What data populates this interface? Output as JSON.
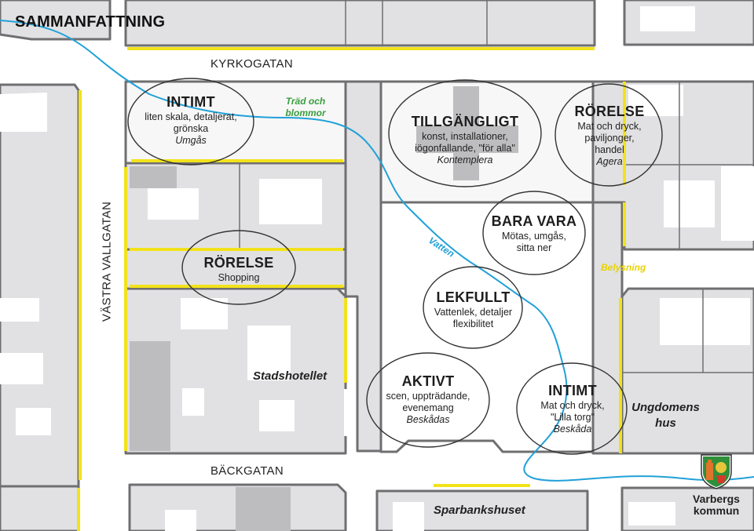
{
  "title": "SAMMANFATTNING",
  "streets": {
    "north": "KYRKOGATAN",
    "south": "BÄCKGATAN",
    "west": "VÄSTRA VALLGATAN"
  },
  "places": {
    "hotel": "Stadshotellet",
    "youth_house_line1": "Ungdomens",
    "youth_house_line2": "hus",
    "bank": "Sparbankshuset"
  },
  "notes": {
    "trees_line1": "Träd och",
    "trees_line2": "blommor",
    "water": "Vatten",
    "lighting": "Belysning"
  },
  "zones": [
    {
      "title": "INTIMT",
      "line1": "liten skala, detaljerat,",
      "line2": "grönska",
      "line3": "Umgås"
    },
    {
      "title": "TILLGÄNGLIGT",
      "line1": "konst, installationer,",
      "line2": "iögonfallande, \"för alla\"",
      "line3": "Kontemplera"
    },
    {
      "title": "RÖRELSE",
      "line1": "Mat och dryck,",
      "line2": "paviljonger,",
      "line3": "handel",
      "line4": "Agera"
    },
    {
      "title": "BARA VARA",
      "line1": "Mötas, umgås,",
      "line2": "sitta ner"
    },
    {
      "title": "RÖRELSE",
      "line1": "Shopping"
    },
    {
      "title": "LEKFULLT",
      "line1": "Vattenlek, detaljer",
      "line2": "flexibilitet"
    },
    {
      "title": "AKTIVT",
      "line1": "scen, uppträdande,",
      "line2": "evenemang",
      "line3": "Beskådas"
    },
    {
      "title": "INTIMT",
      "line1": "Mat och dryck,",
      "line2": "\"Lilla torg\"",
      "line3": "Beskåda"
    }
  ],
  "logo": {
    "line1": "Varbergs",
    "line2": "kommun",
    "icon": "municipal-coat-of-arms-icon"
  },
  "colors": {
    "block_fill": "#e1e1e3",
    "block_outline": "#6f6f71",
    "water": "#21a1d8",
    "edge_highlight": "#f2e21a",
    "trees_note": "#3a9e3f"
  }
}
